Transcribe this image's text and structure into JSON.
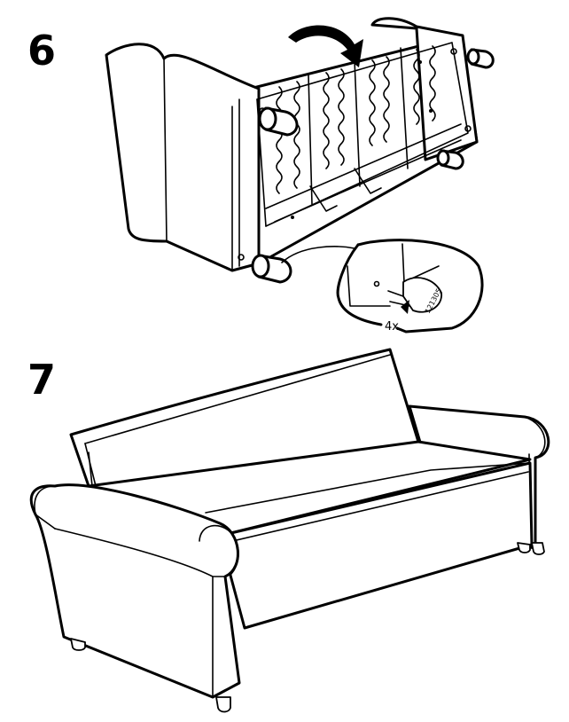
{
  "steps": [
    {
      "number": "6",
      "callout": {
        "quantity": "4x",
        "part_number": "121305"
      }
    },
    {
      "number": "7"
    }
  ]
}
